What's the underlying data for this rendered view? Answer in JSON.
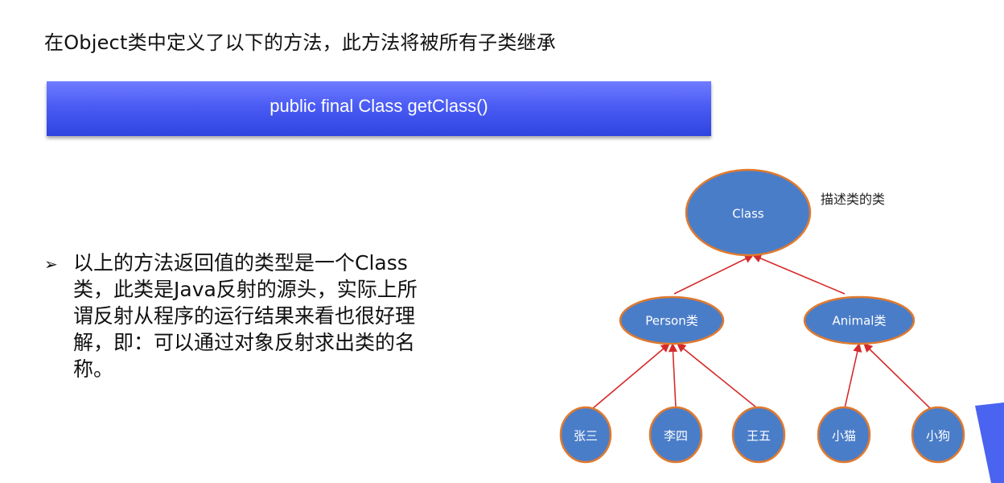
{
  "heading": "在Object类中定义了以下的方法，此方法将被所有子类继承",
  "code_signature": "public final Class getClass()",
  "bullet": {
    "marker": "➢",
    "lines": [
      "以上的方法返回值的类型是一个Class",
      "类，此类是Java反射的源头，实际上所",
      "谓反射从程序的运行结果来看也很好理",
      "解，即：可以通过对象反射求出类的名",
      "称。"
    ]
  },
  "diagram": {
    "root": "Class",
    "root_note": "描述类的类",
    "level1": [
      "Person类",
      "Animal类"
    ],
    "person_children": [
      "张三",
      "李四",
      "王五"
    ],
    "animal_children": [
      "小猫",
      "小狗"
    ],
    "colors": {
      "node_fill": "#4a7dc8",
      "node_border": "#e07a2e",
      "edge": "#d62a2a"
    }
  }
}
